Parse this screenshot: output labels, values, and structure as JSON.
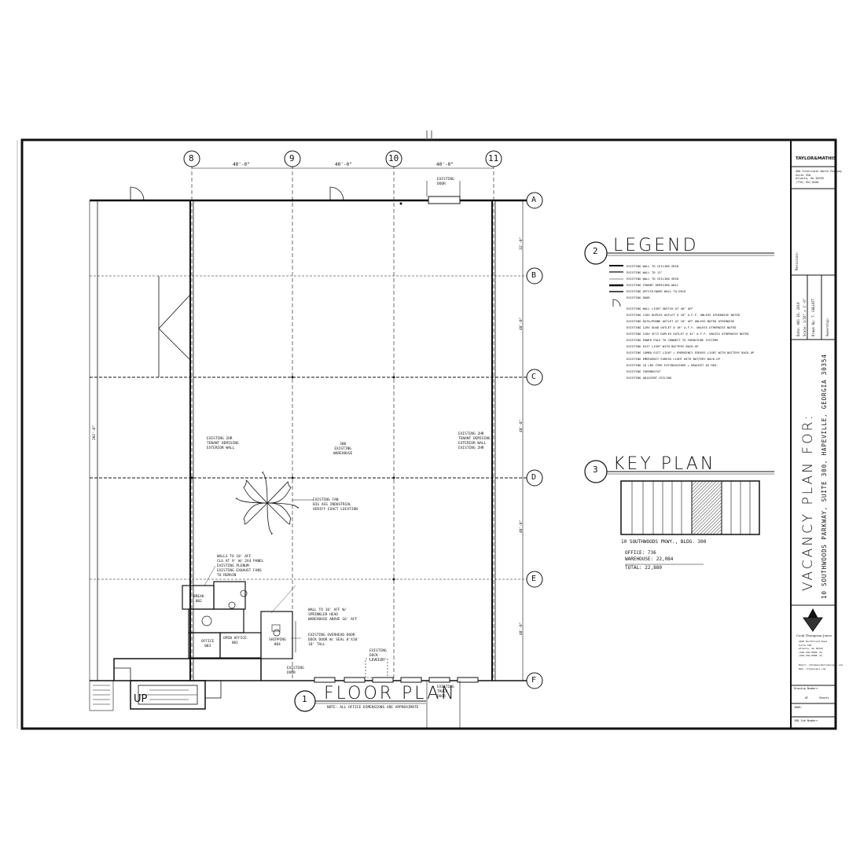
{
  "grid": {
    "columns": [
      "8",
      "9",
      "10",
      "11"
    ],
    "rows": [
      "A",
      "B",
      "C",
      "D",
      "E",
      "F"
    ],
    "col_spacing": [
      "40'-0\"",
      "40'-0\"",
      "40'-0\""
    ],
    "row_spacing": [
      "32'-0\"",
      "40'-0\"",
      "40'-0\"",
      "40'-0\"",
      "40'-0\""
    ],
    "overall_depth": "202'-0\""
  },
  "legend": {
    "number": "2",
    "title": "LEGEND",
    "items": [
      "EXISTING WALL TO CEILING GRID",
      "EXISTING WALL TO 12\"",
      "EXISTING WALL TO CEILING GRID",
      "EXISTING TENANT DEMISING WALL",
      "EXISTING OFFICE/WARE WALL TO DECK",
      "EXISTING DOOR",
      "EXISTING WALL LIGHT SWITCH AT 48\" AFF",
      "EXISTING 120V DUPLEX OUTLET @ 18\" A.F.F. UNLESS OTHERWISE NOTED",
      "EXISTING DATA/PHONE OUTLET AT 18\" AFF UNLESS NOTED OTHERWISE",
      "EXISTING 120V QUAD OUTLET @ 18\" A.F.F. UNLESS OTHERWISE NOTED",
      "EXISTING 120V GFCI DUPLEX OUTLET @ 42\" A.F.F. UNLESS OTHERWISE NOTED",
      "EXISTING POWER POLE TO CONNECT TO FURNITURE SYSTEMS",
      "EXISTING EXIT LIGHT WITH BATTERY BACK-UP",
      "EXISTING COMBO EXIT LIGHT / EMERGENCY EGRESS LIGHT WITH BATTERY BACK-UP",
      "EXISTING EMERGENCY EGRESS LIGHT WITH BATTERY BACK-UP",
      "EXISTING 10 LBS FIRE EXTINGUISHER + BRACKET AS REQ.",
      "EXISTING THERMOSTAT",
      "EXISTING ADJACENT CEILING"
    ]
  },
  "key_plan": {
    "number": "3",
    "title": "KEY PLAN",
    "address": "10 SOUTHWOODS PKWY., BLDG. 300",
    "office_label": "OFFICE: 736",
    "warehouse_label": "WAREHOUSE: 22,084",
    "total_label": "TOTAL: 22,880"
  },
  "floor_plan": {
    "number": "1",
    "title": "FLOOR PLAN",
    "note": "NOTE: ALL OFFICE DIMENSIONS ARE APPROXIMATE",
    "up_label": "UP",
    "warehouse_label": "300\nEXISTING\nWAREHOUSE",
    "demising_left": "EXISTING 2HR\nTENANT DEMISING\nEXTERIOR WALL",
    "demising_right": "EXISTING 2HR\nTENANT DEMISING\nEXTERIOR WALL\nEXISTING 2HR",
    "fan_note": "EXISTING FAN\nBIG ASS INDUSTRIAL\nVERIFY EXACT LOCATION",
    "office_note": "WALLS TO 10' AFF\nCLG AT 9' W/ 2X4 PANEL\nEXISTING PLENUM\nEXISTING EXHAUST FANS\nTO REMAIN",
    "wall_note": "WALL TO 10' AFF W/\nSPRINKLER HEAD\nWAREHOUSE ABOVE 16' AFF",
    "overhead_note": "EXISTING OVERHEAD DOOR\nDOCK DOOR W/ SEAL 8'X10'\n10' TALL",
    "dock_note": "EXISTING\nDOCK\nLEVELER",
    "door_top": "EXISTING\nDOOR",
    "door_bottom": "EXISTING\nTRUCK\nDOOR",
    "door_bottom2": "EXISTING\nDOOR",
    "rooms": {
      "office": "OFFICE\n003",
      "open_office": "OPEN OFFICE\n001",
      "shipping": "SHIPPING\n004",
      "break": "BREAK\n002"
    }
  },
  "title_block": {
    "firm": "TAYLOR&MATHIS",
    "firm_address": "400 Interstate North Parkway\nSuite 350\nAtlanta, GA 30339\n(770) 951-0200",
    "project_title": "VACANCY PLAN FOR:",
    "project_address": "10 SOUTHWOODS PARKWAY, SUITE 300, HAPEVILLE, GEORGIA 30354",
    "revisions_label": "Revisions:",
    "date_label": "Date: AUG 30, 2019",
    "scale_label": "Scale: 1/16\" = 1'-0\"",
    "drawn_label": "Drawn By: T. GULLATT",
    "ownership_label": "Ownership:",
    "designer": "Cook Thompson Jones",
    "designer_address": "4229 Northfield Road\nSuite 100\nAtlanta, GA 30349\n+404.292.0089 (O)\n+404.292.0088 (F)",
    "designer_email": "Email: jthompson@ctjdesigns.com",
    "designer_web": "Web: ctjdesigns.com",
    "drawing_number_label": "Drawing Number:",
    "sheet_of": "OF",
    "sheets": "Sheets",
    "jdwg_label": "JDWG:",
    "job_number_label": "JOB Job Number:"
  },
  "colors": {
    "line": "#111111",
    "paper": "#ffffff",
    "hatch": "#555555"
  }
}
